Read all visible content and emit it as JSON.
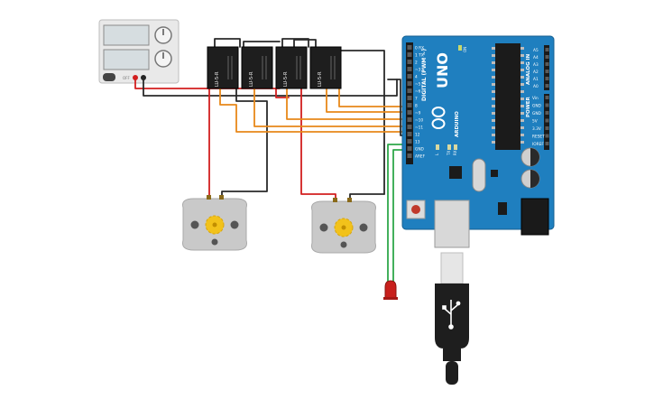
{
  "board": {
    "brand": "UNO",
    "maker": "ARDUINO",
    "digital_label": "DIGITAL (PWM ~)",
    "analog_label": "ANALOG IN",
    "power_label": "POWER",
    "led_l": "L",
    "led_tx": "TX",
    "led_rx": "RX",
    "on_label": "ON",
    "digital_pins": [
      "0 RX",
      "1 TX",
      "2",
      "~3",
      "4",
      "~5",
      "~6",
      "7",
      "8",
      "~9",
      "~10",
      "~11",
      "12",
      "13",
      "GND",
      "AREF"
    ],
    "analog_pins": [
      "A5",
      "A4",
      "A3",
      "A2",
      "A1",
      "A0"
    ],
    "power_pins": [
      "Vin",
      "GND",
      "GND",
      "5V",
      "3.3V",
      "RESET",
      "IOREF"
    ]
  },
  "relays": [
    {
      "label": "LU-5-R"
    },
    {
      "label": "LU-5-R"
    },
    {
      "label": "LU-5-R"
    },
    {
      "label": "LU-5-R"
    }
  ],
  "supply": {
    "toggle_label": "OFF"
  },
  "colors": {
    "board": "#1f7fbf",
    "wire_red": "#d21f1f",
    "wire_black": "#2a2a2a",
    "wire_orange": "#e8881a",
    "wire_green": "#2fa84a",
    "motor_body": "#c9c9c9",
    "gear": "#f2c21b",
    "led": "#c8201c"
  }
}
